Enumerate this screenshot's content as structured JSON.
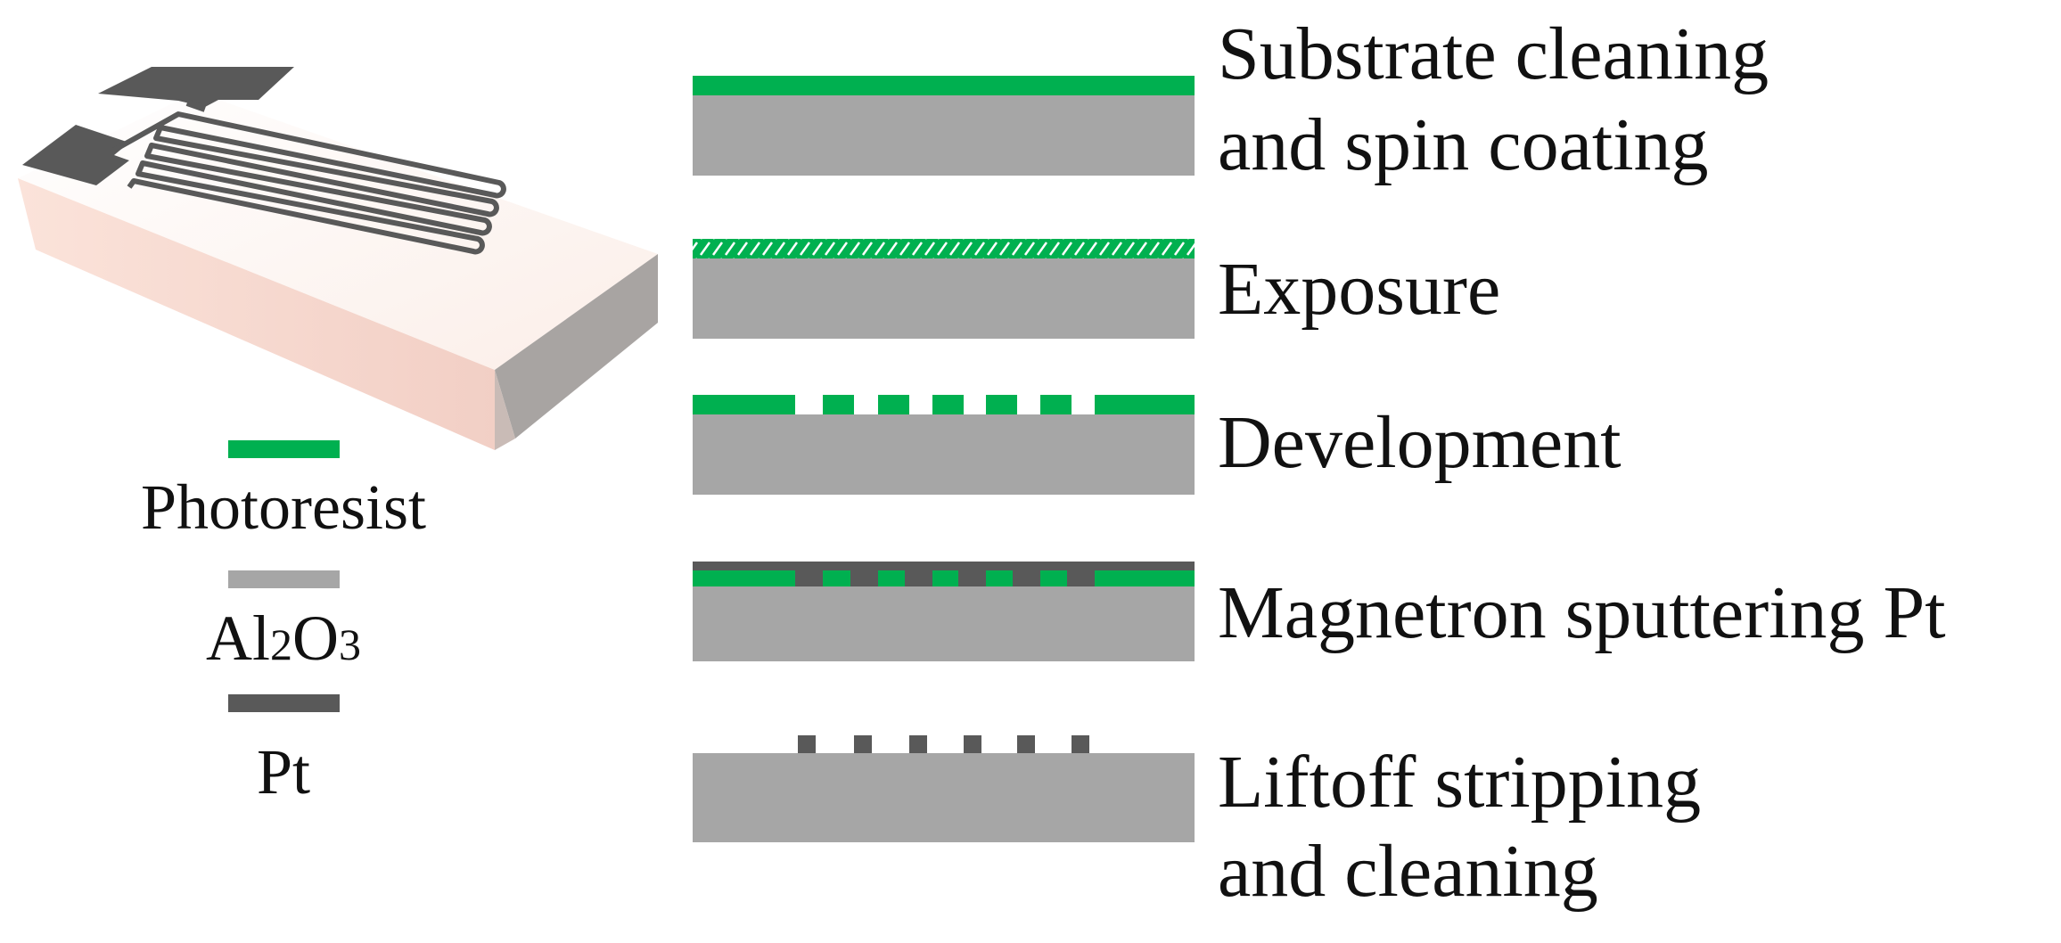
{
  "colors": {
    "photoresist": "#00b050",
    "al2o3": "#a6a6a6",
    "pt": "#595959",
    "substrate_top": "#fbeee8",
    "substrate_side": "#a8a4a2",
    "background": "#ffffff",
    "text": "#111111"
  },
  "device_illustration": {
    "icon": "platinum-serpentine-sensor-on-alumina-substrate"
  },
  "legend": [
    {
      "material": "photoresist",
      "label": "Photoresist"
    },
    {
      "material": "al2o3",
      "label_main": "Al",
      "label_sub1": "2",
      "label_mid": "O",
      "label_sub2": "3"
    },
    {
      "material": "pt",
      "label": "Pt"
    }
  ],
  "steps": [
    {
      "lines": [
        "Substrate cleaning",
        "and spin coating"
      ],
      "state": "coated"
    },
    {
      "lines": [
        "Exposure"
      ],
      "state": "exposed"
    },
    {
      "lines": [
        "Development"
      ],
      "state": "developed"
    },
    {
      "lines": [
        "Magnetron sputtering Pt"
      ],
      "state": "sputtered"
    },
    {
      "lines": [
        "Liftoff stripping",
        "and cleaning"
      ],
      "state": "lifted"
    }
  ]
}
